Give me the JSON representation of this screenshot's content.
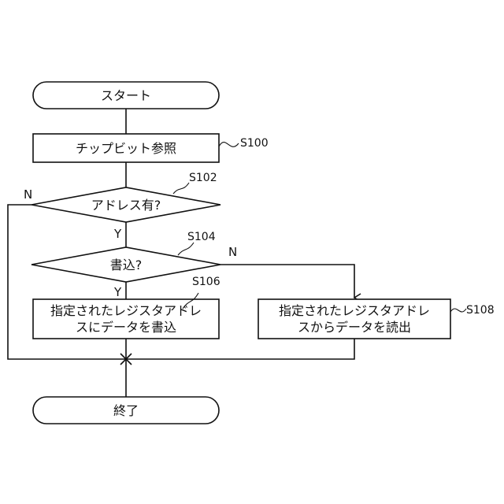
{
  "nodes": {
    "start": "スタート",
    "chip_bit": "チップビット参照",
    "address_check": "アドレス有?",
    "write_check": "書込?",
    "write_line1": "指定されたレジスタアドレ",
    "write_line2": "スにデータを書込",
    "read_line1": "指定されたレジスタアドレ",
    "read_line2": "スからデータを読出",
    "end": "終了"
  },
  "refs": {
    "s100": "S100",
    "s102": "S102",
    "s104": "S104",
    "s106": "S106",
    "s108": "S108"
  },
  "branches": {
    "address_no": "N",
    "address_yes": "Y",
    "write_no": "N",
    "write_yes": "Y"
  }
}
